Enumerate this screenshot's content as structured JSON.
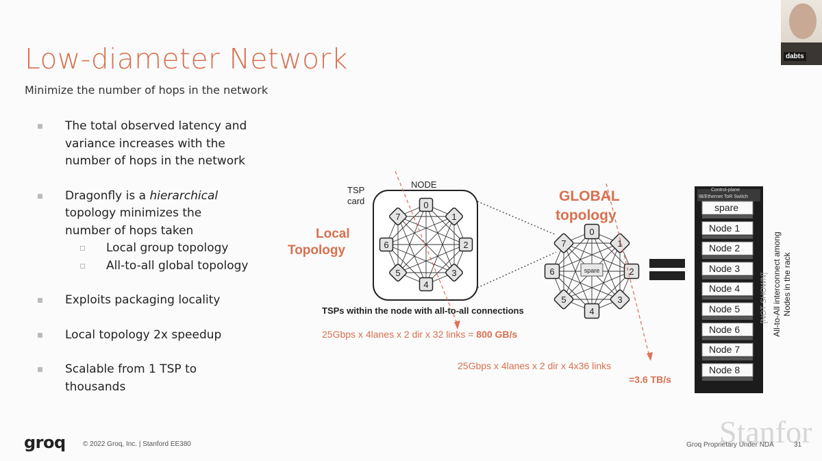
{
  "slide": {
    "title": "Low-diameter Network",
    "subtitle": "Minimize the number of hops in the network",
    "bullets": {
      "b1": "The total observed latency and variance increases with the number of hops in the network",
      "b2_pre": "Dragonfly is a ",
      "b2_em": "hierarchical",
      "b2_post": " topology minimizes the number of hops taken",
      "b2_sub1": "Local group topology",
      "b2_sub2": "All-to-all global topology",
      "b3": "Exploits packaging locality",
      "b4": "Local topology 2x speedup",
      "b5": "Scalable from 1 TSP to thousands"
    }
  },
  "diagram": {
    "tsp_card": "TSP\ncard",
    "node_label": "NODE",
    "local_label_1": "Local",
    "local_label_2": "Topology",
    "global_label_1": "GLOBAL",
    "global_label_2": "topology",
    "tsp_within": "TSPs within the node with all-to-all connections",
    "bw_local": "25Gbps x 4lanes x 2 dir x 32 links = ",
    "bw_local_bold": "800 GB/s",
    "bw_global": "25Gbps x 4lanes x 2 dir x 4x36 links",
    "bw_global_bold": "=3.6 TB/s",
    "node_ids": [
      "0",
      "1",
      "2",
      "3",
      "4",
      "5",
      "6",
      "7"
    ],
    "spare": "spare",
    "rack_header_1": "Control-plane",
    "rack_header_2": "IB/Ethernet ToR Switch",
    "rack_slots": [
      "spare",
      "Node 1",
      "Node 2",
      "Node 3",
      "Node 4",
      "Node 5",
      "Node 6",
      "Node 7",
      "Node 8"
    ],
    "not_shown": "[NOT SHOWN]",
    "interconnect_1": "All-to-All interconnect among",
    "interconnect_2": "Nodes in the rack"
  },
  "footer": {
    "logo": "groq",
    "copyright": "© 2022 Groq, Inc. | Stanford EE380",
    "proprietary": "Groq Proprietary Under NDA",
    "page_number": "31",
    "watermark": "Stanfor"
  },
  "video": {
    "participant_name": "dabts"
  },
  "colors": {
    "accent": "#d8704f",
    "text": "#222222"
  }
}
